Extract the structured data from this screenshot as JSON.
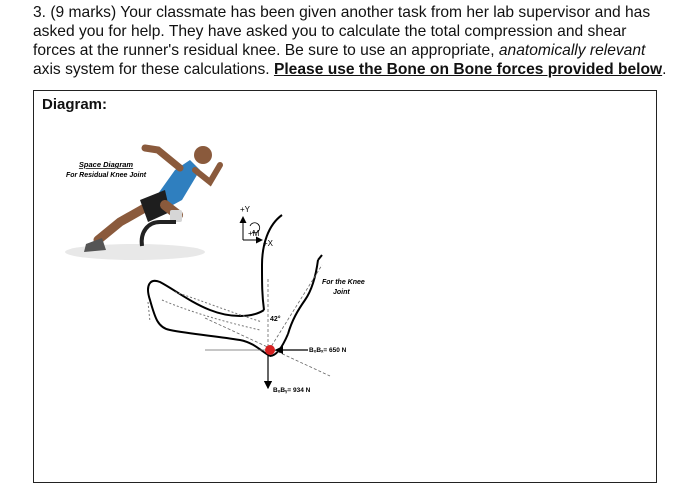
{
  "question": {
    "number": "3. (9 marks)",
    "part1": " Your classmate has been given another task from her lab supervisor and has asked you for help. They have asked you to calculate the total compression and shear forces at the runner's residual knee. Be sure to use an appropriate, ",
    "italic": "anatomically relevant",
    "part2": " axis system for these calculations. ",
    "bold": "Please use the Bone on Bone forces provided below",
    "end": "."
  },
  "diagram": {
    "title": "Diagram:",
    "space_diagram_title": "Space Diagram",
    "space_diagram_subtitle": "For Residual Knee Joint",
    "axis_y": "+Y",
    "axis_x": "+X",
    "moment": "+M",
    "knee_label_1": "For the Knee",
    "knee_label_2": "Joint",
    "angle": "42°",
    "force_x": "BₒBₓ= 650 N",
    "force_y": "BₒBᵧ= 934 N"
  },
  "colors": {
    "skin": "#8a5a3c",
    "jersey": "#2f7fbf",
    "shorts": "#1e1e1e",
    "joint": "#d62020"
  }
}
